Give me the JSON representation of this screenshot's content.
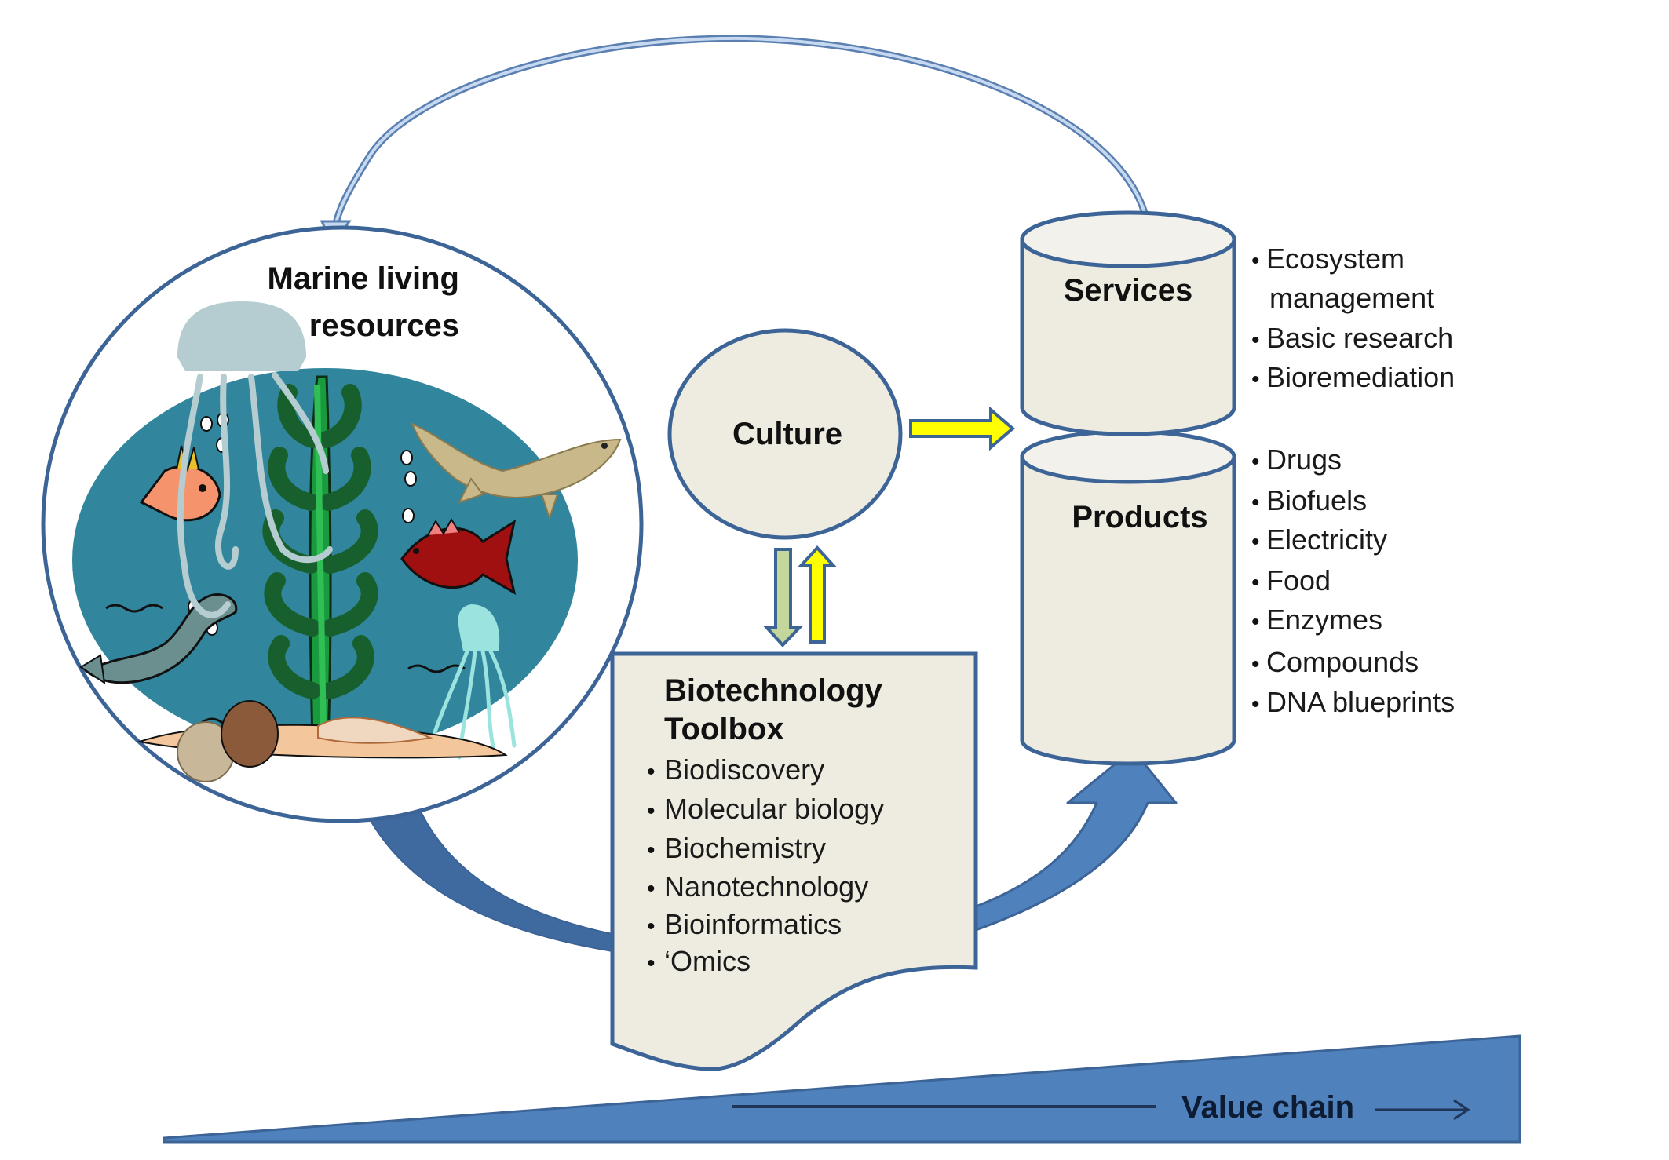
{
  "diagram": {
    "title": "Marine biotechnology value chain",
    "nodes": {
      "marine_resources": {
        "label_line1": "Marine living",
        "label_line2": "resources",
        "illustration": [
          "jellyfish",
          "seaweed",
          "orange-fish",
          "tan-fish",
          "red-fish",
          "eel",
          "small-jellyfish",
          "shells",
          "sand",
          "bubbles"
        ]
      },
      "culture": {
        "label": "Culture"
      },
      "toolbox": {
        "title_line1": "Biotechnology",
        "title_line2": "Toolbox",
        "items": [
          "Biodiscovery",
          "Molecular biology",
          "Biochemistry",
          "Nanotechnology",
          "Bioinformatics",
          "‘Omics"
        ]
      },
      "services": {
        "label": "Services",
        "items": [
          "Ecosystem",
          "management",
          "Basic research",
          "Bioremediation"
        ],
        "bulleted": [
          true,
          false,
          true,
          true
        ]
      },
      "products": {
        "label": "Products",
        "items": [
          "Drugs",
          "Biofuels",
          "Electricity",
          "Food",
          "Enzymes",
          "Compounds",
          "DNA blueprints"
        ]
      }
    },
    "value_chain": {
      "label": "Value chain"
    },
    "bullet_glyph": "•",
    "colors": {
      "outline": "#3d6497",
      "node_fill": "#eeece1",
      "flow_arrow": "#4f81bd",
      "flow_arrow_dark": "#3f6aa0",
      "feedback_arrow_fill": "#c6d9f1",
      "culture_to_services_arrow": "#ffff00",
      "down_arrow_fill": "#c3d69b",
      "ocean": "#31859c"
    }
  }
}
